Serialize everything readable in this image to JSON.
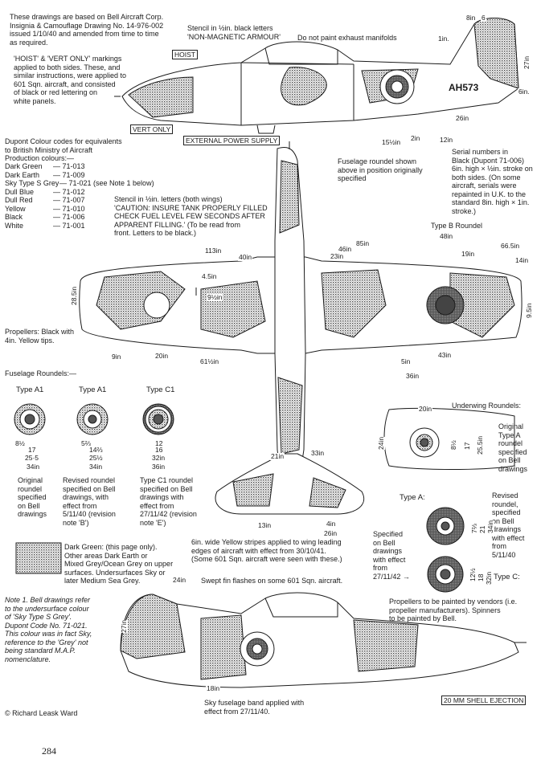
{
  "notes": {
    "basis": "These drawings are based on Bell Aircraft Corp.\nInsignia & Camouflage Drawing No. 14-976-002\nissued 1/10/40 and amended from time to time\nas required.",
    "hoist_vert": "'HOIST' & 'VERT ONLY' markings\napplied to both sides. These, and\nsimilar instructions, were applied to\n601 Sqn. aircraft, and consisted\nof black or red lettering on\nwhite panels.",
    "stencil_armour": "Stencil in ½in. black letters\n'NON-MAGNETIC ARMOUR'",
    "exhaust": "Do not paint exhaust manifolds",
    "fuselage_roundel": "Fuselage roundel shown\nabove in position originally\nspecified",
    "serial_numbers": "Serial numbers in\nBlack (Dupont 71-006)\n6in. high × ½in. stroke on\nboth sides. (On some\naircraft, serials were\nrepainted in U.K. to the\nstandard 8in. high × 1in.\nstroke.)",
    "caution_stencil": "Stencil in ½in. letters (both wings)\n'CAUTION: INSURE TANK PROPERLY FILLED\nCHECK FUEL LEVEL FEW SECONDS AFTER\nAPPARENT FILLING.' (To be read from\nfront. Letters to be black.)",
    "propellers_black": "Propellers: Black with\n4in. Yellow tips.",
    "fuselage_roundels_title": "Fuselage Roundels:—",
    "underwing_title": "Underwing Roundels:",
    "type_b_roundel": "Type B Roundel",
    "yellow_stripes": "6in. wide Yellow stripes applied to wing leading\nedges of aircraft with effect from 30/10/41.\n(Some 601 Sqn. aircraft were seen with these.)",
    "dark_green_legend": "Dark Green: (this page only).\nOther areas Dark Earth or\nMixed Grey/Ocean Grey on upper\nsurfaces. Undersurfaces Sky or\nlater Medium Sea Grey.",
    "swept_fin": "Swept fin flashes on some 601 Sqn. aircraft.",
    "note1": "Note 1. Bell drawings refer\nto the undersurface colour\nof 'Sky Type S Grey'.\nDupont Code No. 71-021.\nThis colour was in fact Sky,\nreference to the 'Grey' not\nbeing standard M.A.P.\nnomenclature.",
    "propellers_vendors": "Propellers to be painted by vendors (i.e.\npropeller manufacturers). Spinners\nto be painted by Bell.",
    "sky_band": "Sky fuselage band applied with\neffect from 27/11/40.",
    "copyright": "© Richard Leask Ward",
    "page_number": "284"
  },
  "dupont": {
    "title": "Dupont Colour codes for equivalents\nto British Ministry of Aircraft\nProduction colours:—",
    "colours": [
      {
        "name": "Dark Green",
        "code": "— 71-013"
      },
      {
        "name": "Dark Earth",
        "code": "— 71-009"
      },
      {
        "name": "Sky Type S Grey",
        "code": "— 71-021 (see Note 1 below)"
      },
      {
        "name": "Dull Blue",
        "code": "— 71-012"
      },
      {
        "name": "Dull Red",
        "code": "— 71-007"
      },
      {
        "name": "Yellow",
        "code": "— 71-010"
      },
      {
        "name": "Black",
        "code": "— 71-006"
      },
      {
        "name": "White",
        "code": "— 71-001"
      }
    ]
  },
  "panels": {
    "hoist": "HOIST",
    "vert_only": "VERT ONLY",
    "external_power": "EXTERNAL POWER SUPPLY",
    "shell_ejection": "20 MM SHELL EJECTION",
    "serial": "AH573"
  },
  "roundels": {
    "types": [
      {
        "label": "Type A1",
        "caption": "Original\nroundel\nspecified\non Bell\ndrawings",
        "dims": [
          "8½",
          "17",
          "25·5",
          "34in"
        ]
      },
      {
        "label": "Type A1",
        "caption": "Revised roundel\nspecified on Bell\ndrawings, with\neffect from\n5/11/40 (revision\nnote 'B')",
        "dims": [
          "5⅔",
          "14⅔",
          "25½",
          "34in"
        ]
      },
      {
        "label": "Type C1",
        "caption": "Type C1 roundel\nspecified on Bell\ndrawings with\neffect from\n27/11/42 (revision\nnote 'E')",
        "dims": [
          "12",
          "16",
          "32in",
          "36in"
        ]
      }
    ],
    "underwing_original": "Original\nType A\nroundel\nspecified\non Bell\ndrawings",
    "underwing_revised": "Revised\nroundel,\nspecified\non Bell\ndrawings\nwith effect\nfrom\n5/11/40",
    "specified_c": "Specified\non Bell\ndrawings\nwith effect\nfrom\n27/11/42 →",
    "type_a": "Type A:",
    "type_c": "Type C:"
  },
  "dims": {
    "top_8": "8in",
    "top_6": "6",
    "top_1": "1in.",
    "top_27": "27in",
    "top_6in": "6in.",
    "top_26": "26in",
    "top_15": "15½in",
    "top_2": "2in",
    "top_12": "12in",
    "w_113": "113in",
    "w_40": "40in",
    "w_85": "85in",
    "w_46": "46in",
    "w_23": "23in",
    "w_48": "48in",
    "w_665": "66.5in",
    "w_19": "19in",
    "w_14": "14in",
    "w_285": "28.5in",
    "w_45": "4.5in",
    "w_95": "9½in",
    "w_9in": "9in",
    "w_20": "20in",
    "w_615": "61½in",
    "w_5": "5in",
    "w_43": "43in",
    "w_36": "36in",
    "w_95b": "9.5in",
    "w_21": "21in",
    "w_33": "33in",
    "w_13": "13in",
    "w_4": "4in",
    "w_26": "26in",
    "u_20": "20in",
    "u_24": "24in",
    "u_8": "8½",
    "u_17": "17",
    "u_255": "25.5in",
    "u_7": "7⅔",
    "u_21": "21",
    "u_34": "34in",
    "u_12": "12½",
    "u_18": "18",
    "u_32": "32in",
    "s_24": "24in",
    "s_27": "27in",
    "s_18": "18in"
  },
  "colors": {
    "ink": "#1b1b1b",
    "hatch": "#555555",
    "paper": "#ffffff"
  }
}
